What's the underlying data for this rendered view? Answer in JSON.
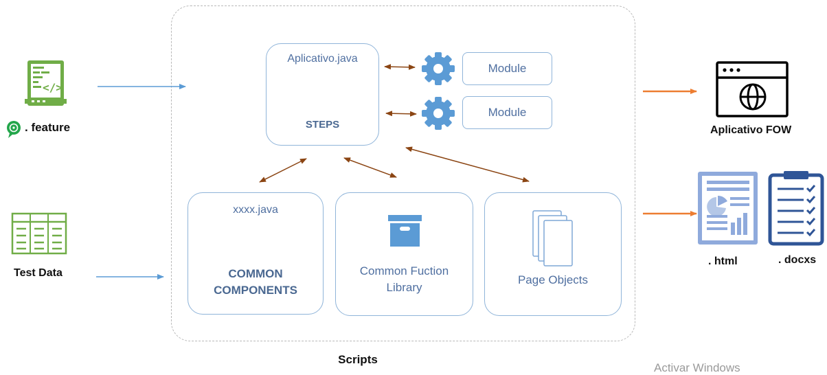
{
  "inputs": {
    "feature_label": ". feature",
    "testdata_label": "Test Data"
  },
  "scripts": {
    "label": "Scripts",
    "steps_box": {
      "file": "Aplicativo.java",
      "title": "STEPS"
    },
    "modules": [
      "Module",
      "Module"
    ],
    "common_components": {
      "file": "xxxx.java",
      "title_line1": "COMMON",
      "title_line2": "COMPONENTS"
    },
    "function_library": {
      "line1": "Common Fuction",
      "line2": "Library"
    },
    "page_objects": {
      "label": "Page Objects"
    }
  },
  "outputs": {
    "app_label": "Aplicativo FOW",
    "html_label": ". html",
    "docx_label": ". docxs"
  },
  "watermark": "Activar Windows",
  "colors": {
    "blue_arrow": "#5b9bd5",
    "orange_arrow": "#ed7d31",
    "brown_arrow": "#8b4513",
    "green_icon": "#70ad47",
    "gear_blue": "#5b9bd5",
    "report_blue": "#8faadc",
    "checklist_blue": "#2f5597"
  }
}
